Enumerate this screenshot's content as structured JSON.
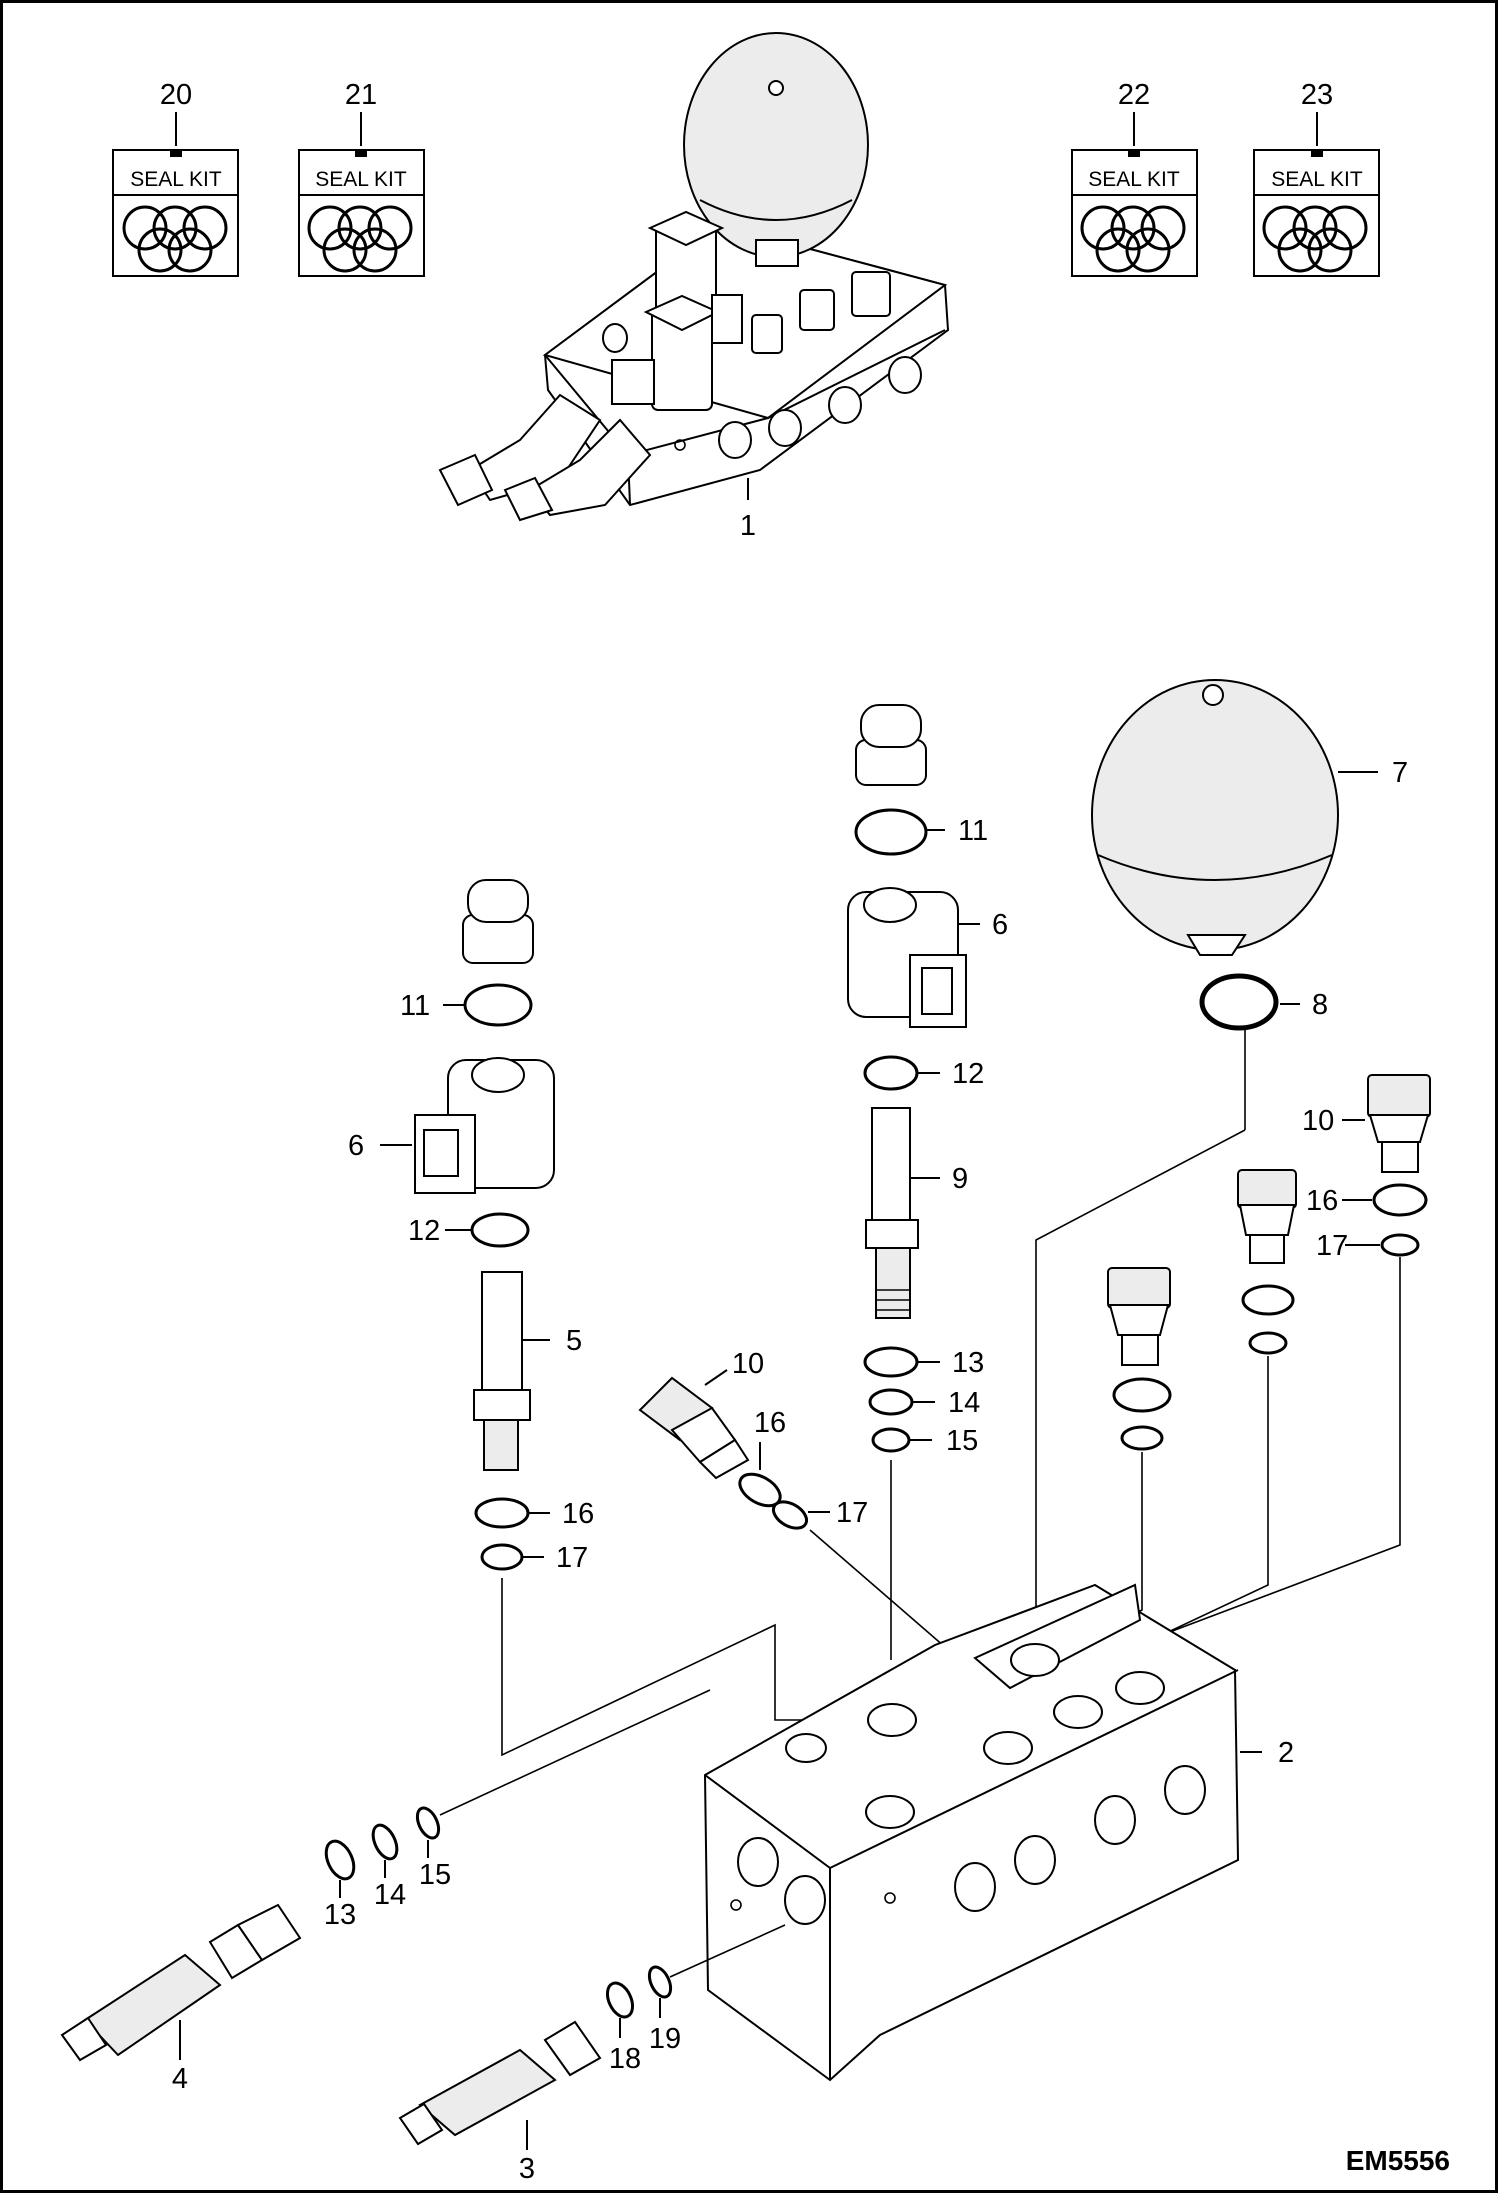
{
  "diagram": {
    "code": "EM5556",
    "seal_kit_text": "SEAL KIT",
    "callouts": [
      {
        "id": "c20",
        "text": "20"
      },
      {
        "id": "c21",
        "text": "21"
      },
      {
        "id": "c22",
        "text": "22"
      },
      {
        "id": "c23",
        "text": "23"
      },
      {
        "id": "c1",
        "text": "1"
      },
      {
        "id": "c7",
        "text": "7"
      },
      {
        "id": "c11a",
        "text": "11"
      },
      {
        "id": "c6a",
        "text": "6"
      },
      {
        "id": "c8",
        "text": "8"
      },
      {
        "id": "c12a",
        "text": "12"
      },
      {
        "id": "c11b",
        "text": "11"
      },
      {
        "id": "c9",
        "text": "9"
      },
      {
        "id": "c6b",
        "text": "6"
      },
      {
        "id": "c10a",
        "text": "10"
      },
      {
        "id": "c12b",
        "text": "12"
      },
      {
        "id": "c16a",
        "text": "16"
      },
      {
        "id": "c17a",
        "text": "17"
      },
      {
        "id": "c5",
        "text": "5"
      },
      {
        "id": "c13a",
        "text": "13"
      },
      {
        "id": "c14a",
        "text": "14"
      },
      {
        "id": "c15a",
        "text": "15"
      },
      {
        "id": "c10b",
        "text": "10"
      },
      {
        "id": "c16b",
        "text": "16"
      },
      {
        "id": "c17b",
        "text": "17"
      },
      {
        "id": "c16c",
        "text": "16"
      },
      {
        "id": "c17c",
        "text": "17"
      },
      {
        "id": "c2",
        "text": "2"
      },
      {
        "id": "c13b",
        "text": "13"
      },
      {
        "id": "c14b",
        "text": "14"
      },
      {
        "id": "c15b",
        "text": "15"
      },
      {
        "id": "c4",
        "text": "4"
      },
      {
        "id": "c18",
        "text": "18"
      },
      {
        "id": "c19",
        "text": "19"
      },
      {
        "id": "c3",
        "text": "3"
      }
    ]
  }
}
